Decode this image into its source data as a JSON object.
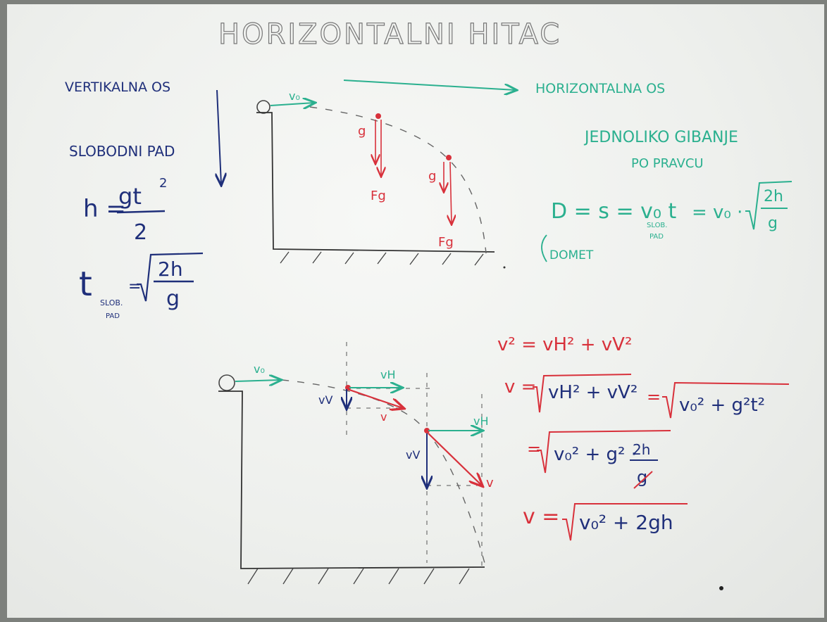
{
  "title": "HORIZONTALNI  HITAC",
  "left": {
    "vertical_axis": "VERTIKALNA OS",
    "free_fall": "SLOBODNI PAD",
    "h_lhs": "h =",
    "h_num": "gt",
    "h_exp": "2",
    "h_den": "2",
    "t_lhs": "t",
    "t_sub1": "SLOB.",
    "t_sub2": "PAD",
    "t_num": "2h",
    "t_den": "g"
  },
  "right": {
    "horizontal_axis": "HORIZONTALNA OS",
    "uniform_motion_1": "JEDNOLIKO GIBANJE",
    "uniform_motion_2": "PO PRAVCU",
    "range_formula": "D = s = v₀ t",
    "range_sub1": "SLOB.",
    "range_sub2": "PAD",
    "range_rhs": "= v₀ ·",
    "range_num": "2h",
    "range_den": "g",
    "range_label": "DOMET"
  },
  "diagram_top": {
    "v0": "v₀",
    "g1": "g",
    "fg1": "Fg",
    "g2": "g",
    "fg2": "Fg"
  },
  "diagram_bottom": {
    "v0": "v₀",
    "vh1": "vH",
    "vv1": "vV",
    "v1": "v",
    "vh2": "vH",
    "vv2": "vV",
    "v2": "v"
  },
  "formulas": {
    "f1": "v² = vH² + vV²",
    "f2_lhs": "v =",
    "f2_rad": "vH² + vV²",
    "f2_eq": "=",
    "f2_rad2": "v₀² + g²t²",
    "f3_eq": "=",
    "f3_rad": "v₀² + g² ·",
    "f3_num": "2h",
    "f3_den": "g",
    "f4_lhs": "v =",
    "f4_rad": "v₀² + 2gh"
  },
  "colors": {
    "blue_marker": "#1f2f7a",
    "teal_marker": "#2bb08f",
    "red_marker": "#d8313b",
    "black_marker": "#222222"
  }
}
